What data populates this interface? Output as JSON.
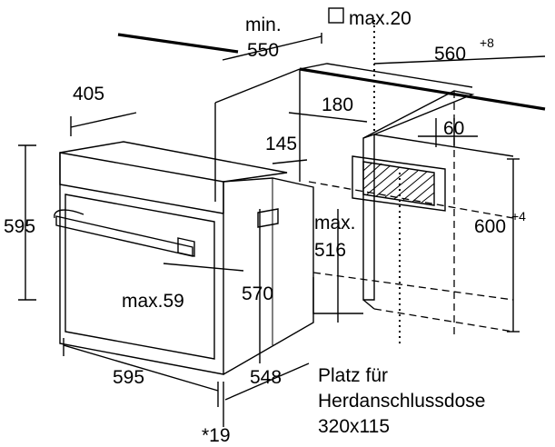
{
  "dimensions": {
    "min_label": "min.",
    "depth_min": "550",
    "max20": "max.20",
    "width_cutout": "560",
    "width_cutout_tol": "+8",
    "d405": "405",
    "d180": "180",
    "d60": "60",
    "d145": "145",
    "max_label": "max.",
    "d516": "516",
    "height_left": "595",
    "height_cutout": "600",
    "height_cutout_tol": "+4",
    "max59": "max.59",
    "d570": "570",
    "width_bottom": "595",
    "d548": "548",
    "d19": "*19"
  },
  "note": {
    "line1": "Platz für",
    "line2": "Herdanschlussdose",
    "line3": "320x115"
  }
}
